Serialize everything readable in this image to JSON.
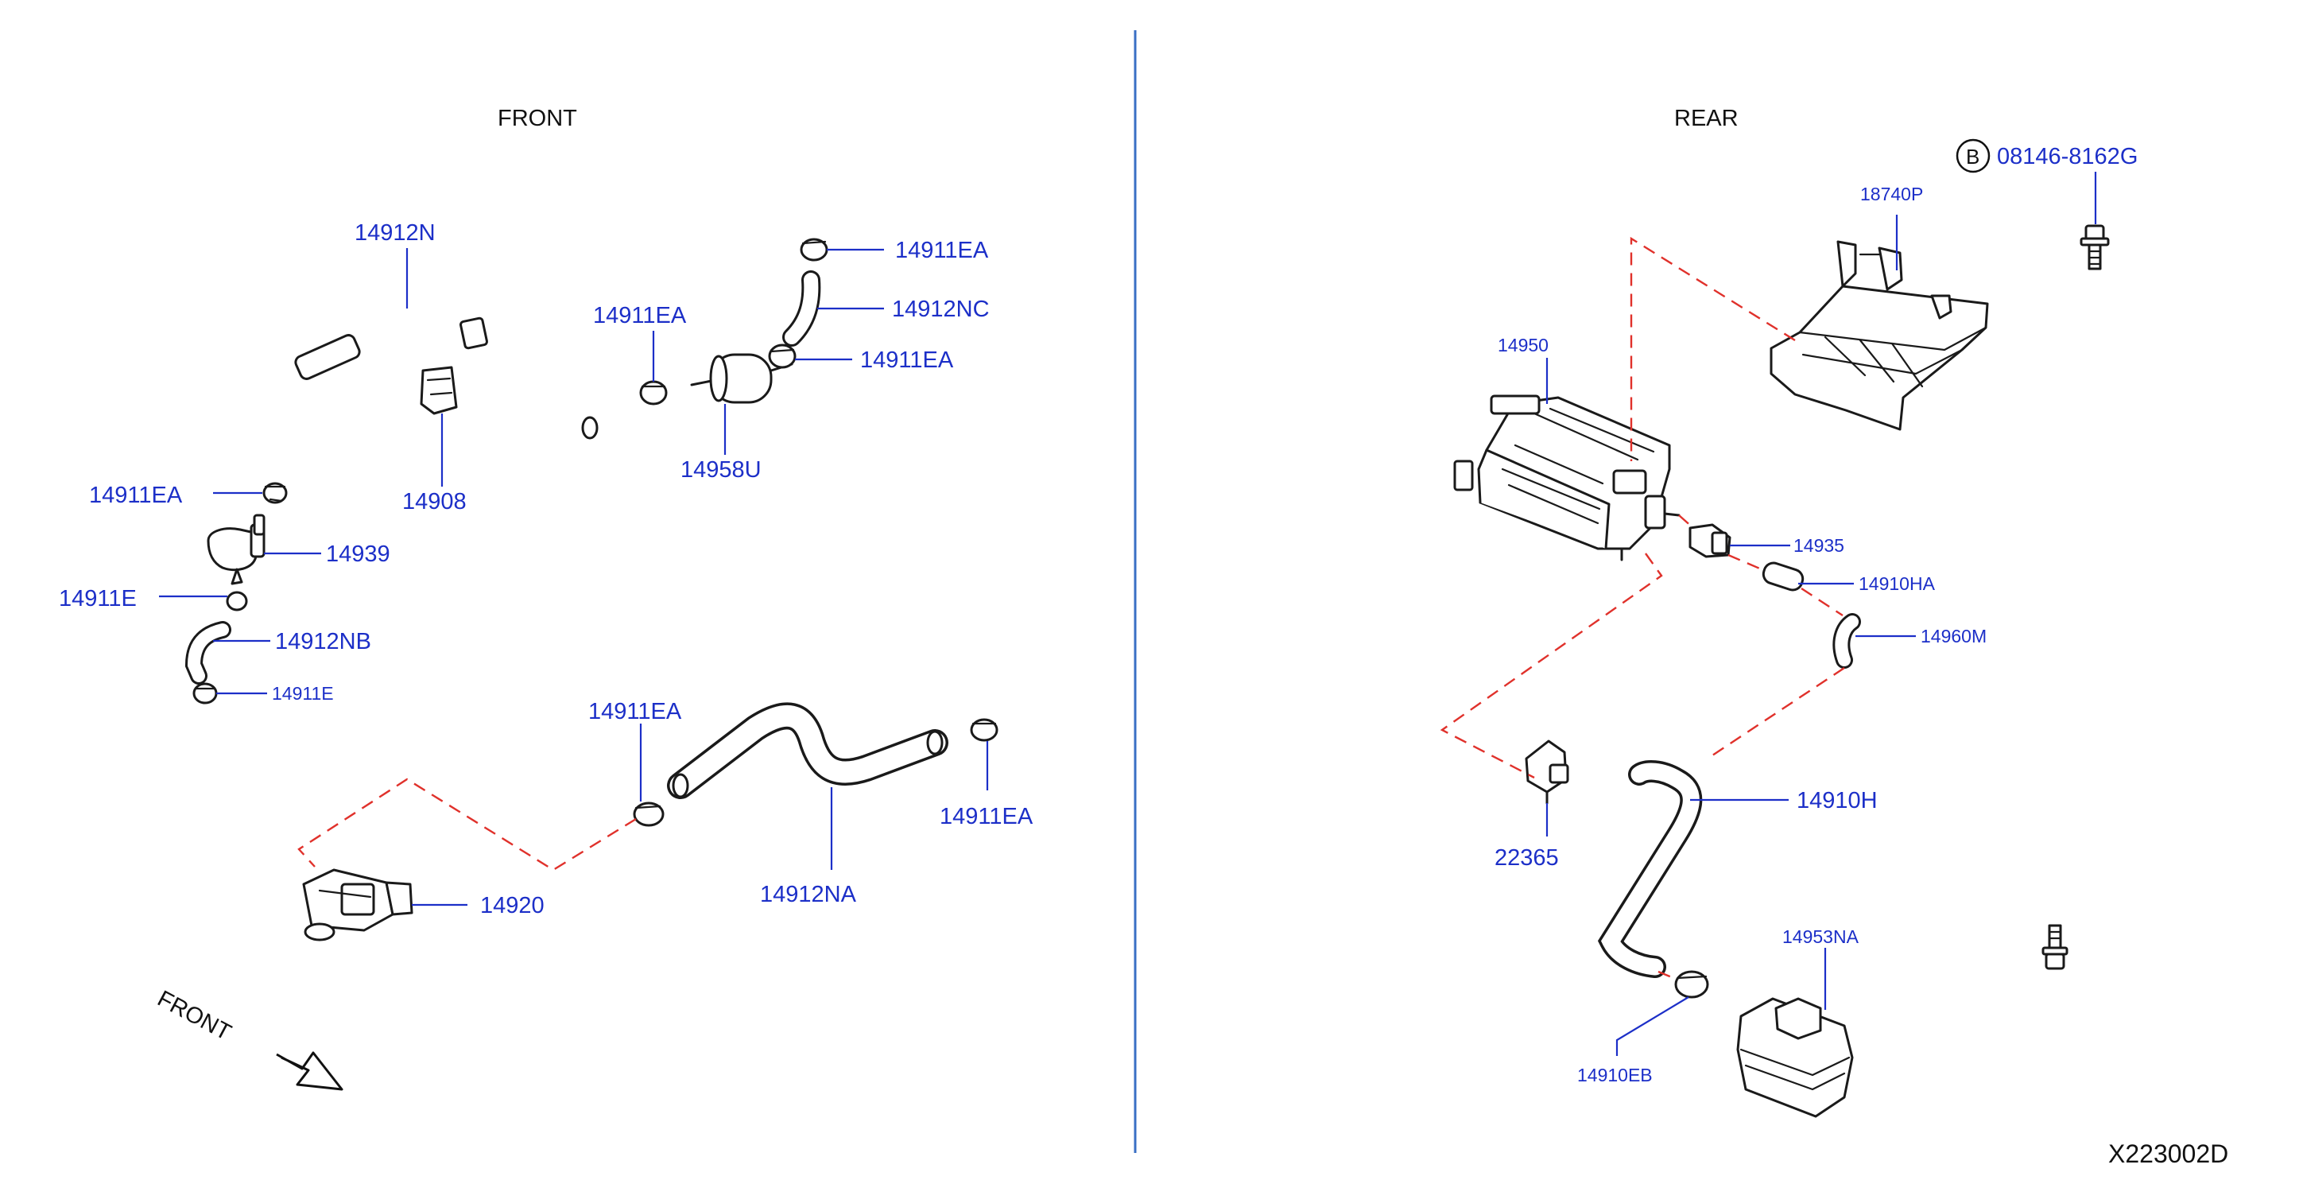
{
  "sections": {
    "front_title": "FRONT",
    "rear_title": "REAR"
  },
  "labels": {
    "p14912N": "14912N",
    "p14911EA_top": "14911EA",
    "p14912NC": "14912NC",
    "p14911EA_mid": "14911EA",
    "p14911EA_left_filter": "14911EA",
    "p14958U": "14958U",
    "p14911EA_left": "14911EA",
    "p14908": "14908",
    "p14939": "14939",
    "p14911E_upper": "14911E",
    "p14912NB": "14912NB",
    "p14911E_lower": "14911E",
    "p14911EA_hose_left": "14911EA",
    "p14911EA_hose_right": "14911EA",
    "p14912NA": "14912NA",
    "p14920": "14920",
    "p18740P": "18740P",
    "p14950": "14950",
    "p14935": "14935",
    "p14910HA": "14910HA",
    "p14960M": "14960M",
    "p14910H": "14910H",
    "p22365": "22365",
    "p14953NA": "14953NA",
    "p14910EB": "14910EB"
  },
  "bolt_callout": {
    "badge": "B",
    "part_number": "08146-8162G"
  },
  "direction_indicator": "FRONT",
  "diagram_code": "X223002D",
  "colors": {
    "label": "#1c2fc8",
    "dashed_connection": "#e0312b",
    "divider": "#3a6fc4",
    "line_art": "#1a1a1a"
  },
  "icons": {
    "front_arrow": "front-direction-arrow-icon",
    "bolt": "bolt-icon"
  }
}
